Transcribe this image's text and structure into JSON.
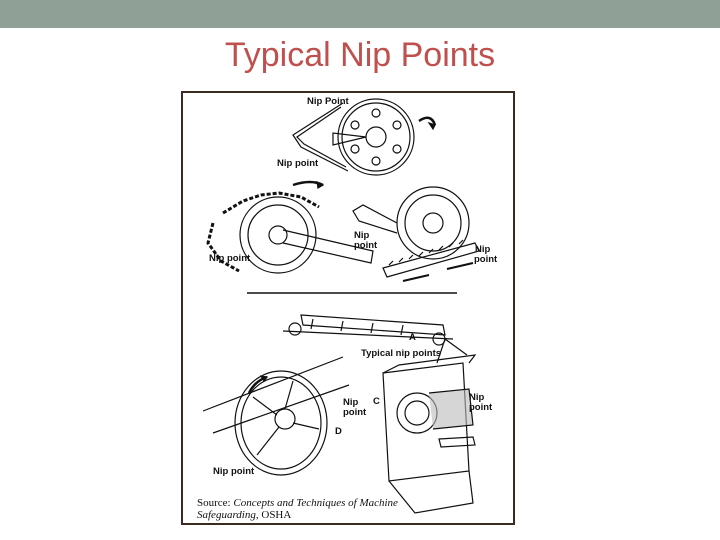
{
  "slide": {
    "title": "Typical Nip Points"
  },
  "figure": {
    "labels": {
      "pulley_top": "Nip Point",
      "pulley_bottom": "Nip point",
      "sprocket": "Nip point",
      "gear_left_1": "Nip",
      "gear_left_2": "point",
      "gear_right_1": "Nip",
      "gear_right_2": "point",
      "marker_a": "A",
      "typical": "Typical nip points",
      "marker_c": "C",
      "wheel_mid_1": "Nip",
      "wheel_mid_2": "point",
      "marker_d": "D",
      "wheel_bottom": "Nip point",
      "machine_1": "Nip",
      "machine_2": "point"
    },
    "source": {
      "prefix": "Source: ",
      "title_line1": "Concepts and Techniques of Machine",
      "title_line2": "Safeguarding",
      "suffix": ", OSHA"
    }
  },
  "colors": {
    "topbar": "#8fa197",
    "title": "#c0504d",
    "frame": "#3a2a20"
  }
}
